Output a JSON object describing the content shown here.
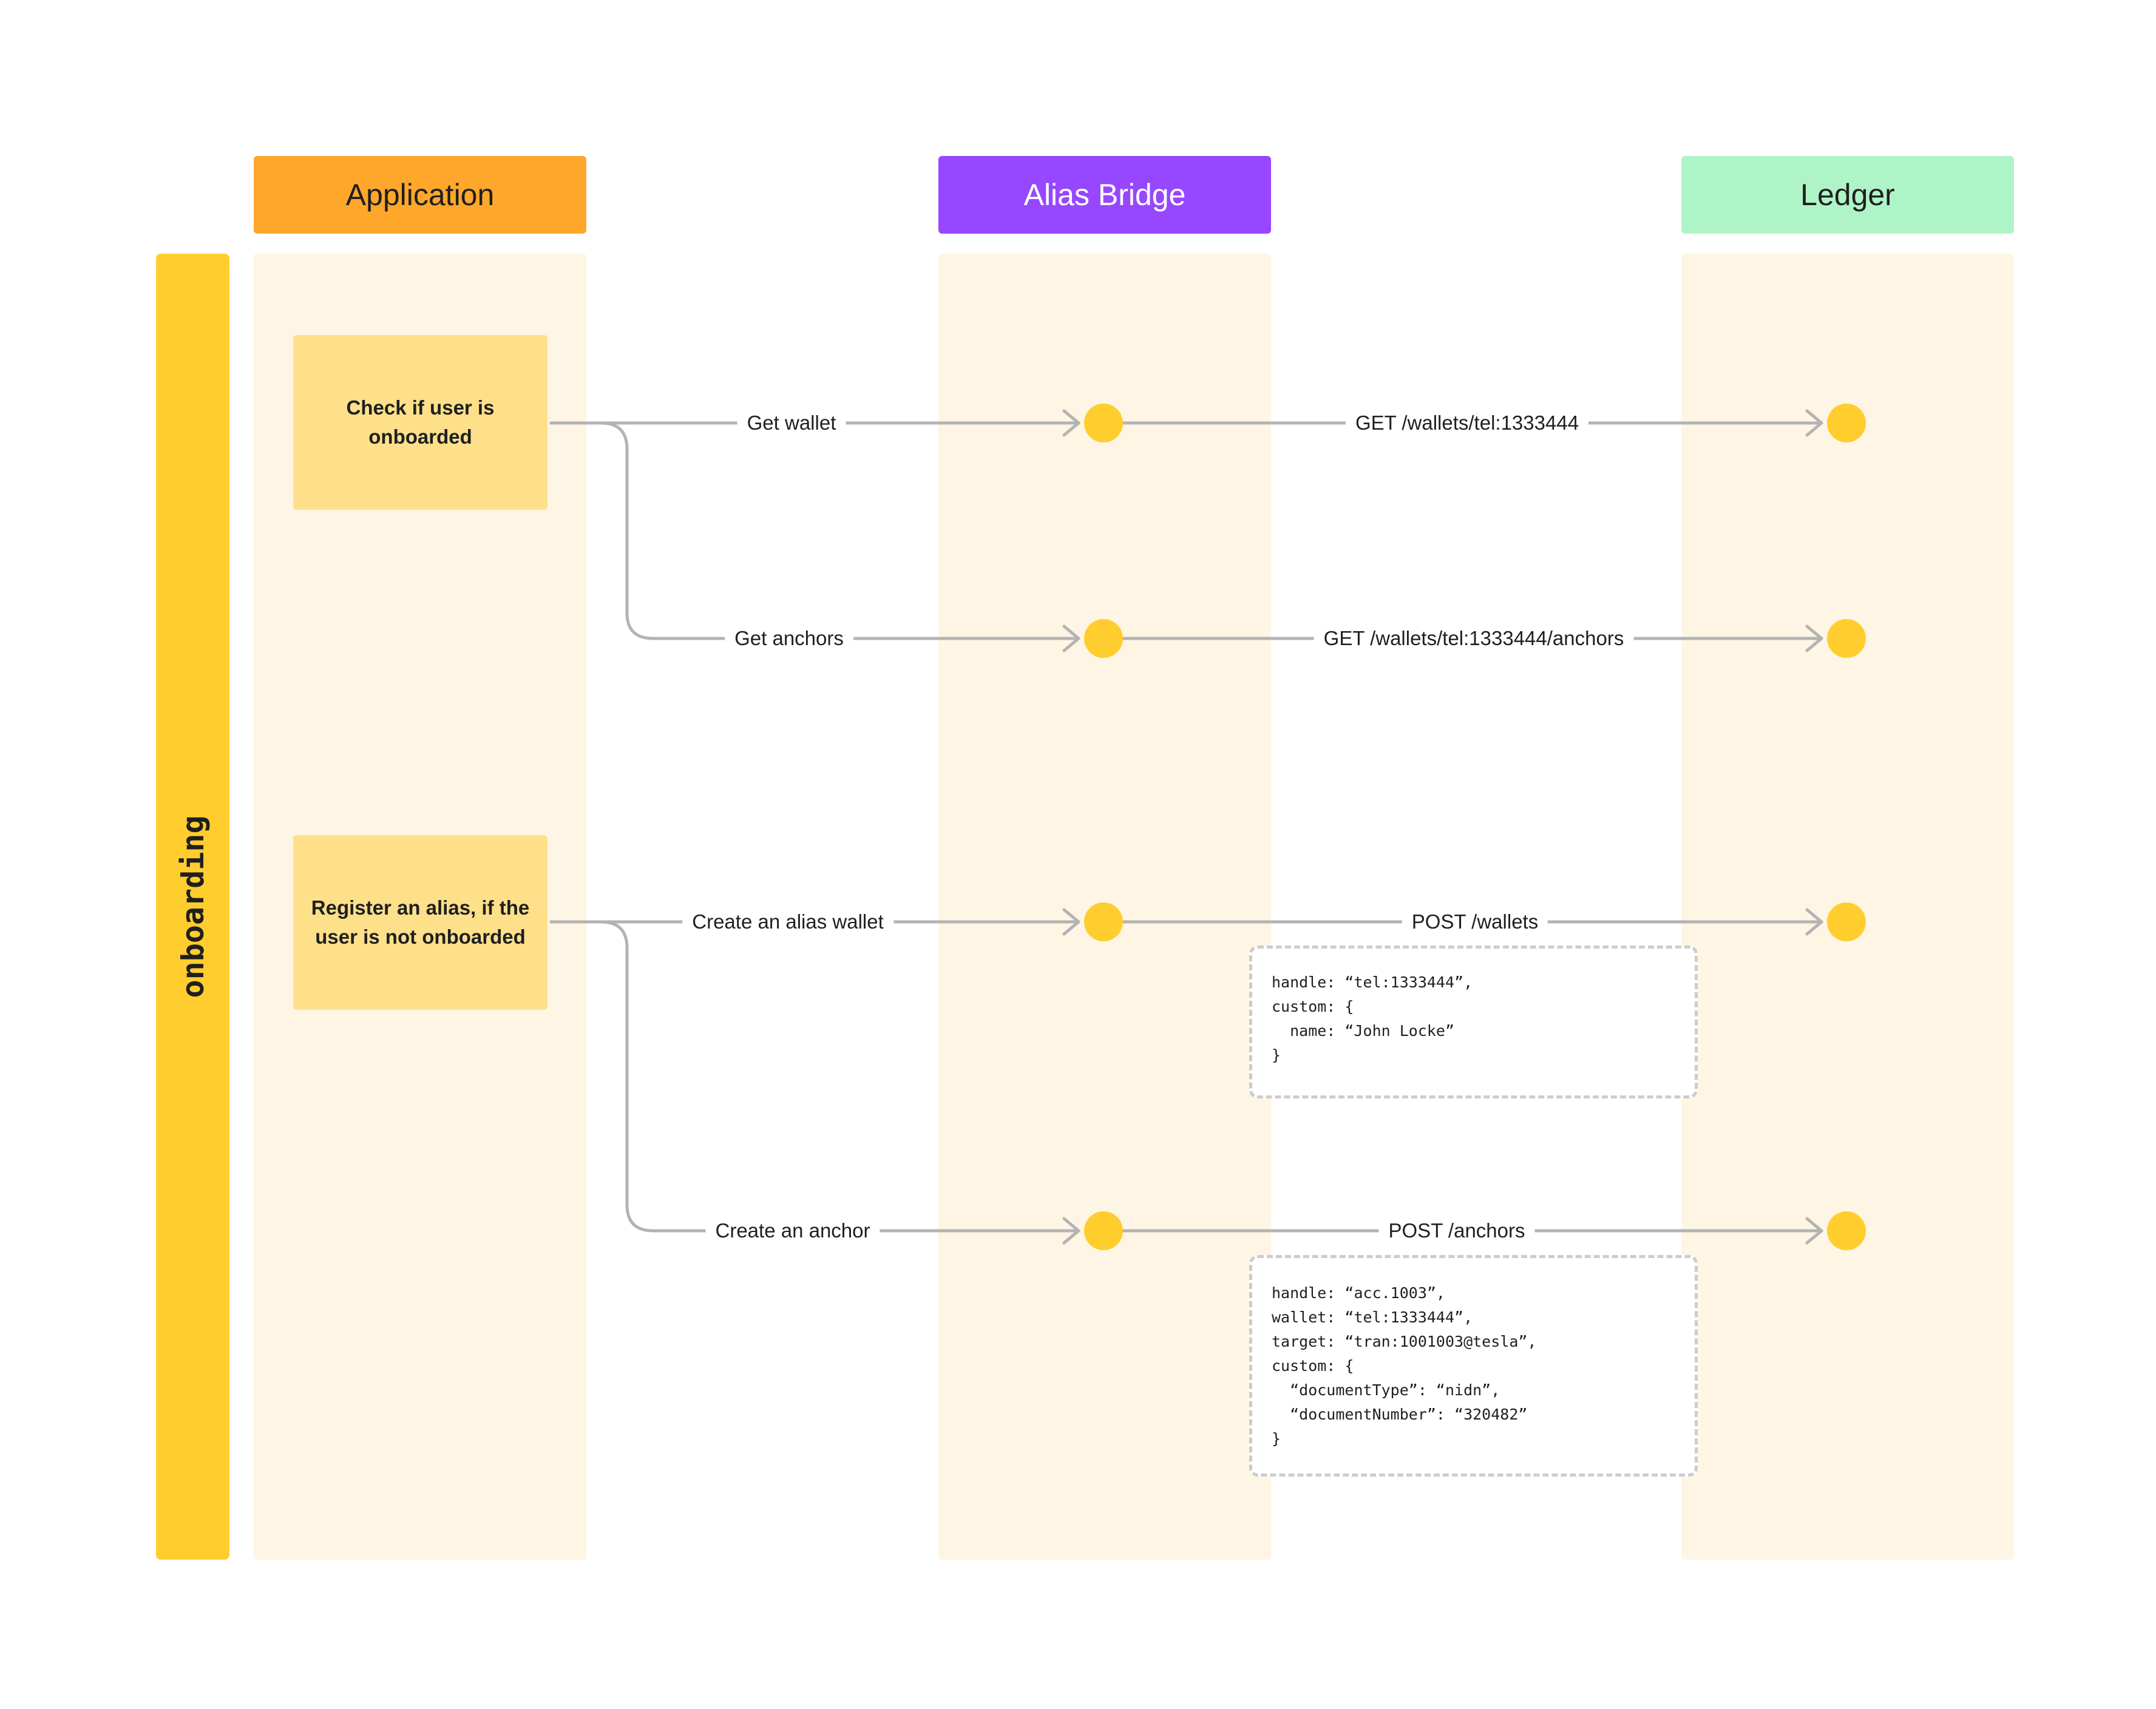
{
  "lanes": {
    "application": {
      "title": "Application",
      "color": "#ffa72b"
    },
    "alias_bridge": {
      "title": "Alias Bridge",
      "color": "#9747ff",
      "text_color": "#ffffff"
    },
    "ledger": {
      "title": "Ledger",
      "color": "#aff4c6"
    }
  },
  "phase": {
    "label": "onboarding",
    "color": "#ffcd2e"
  },
  "steps": {
    "check": "Check if user is onboarded",
    "register": "Register an alias, if the user is not onboarded"
  },
  "edges": {
    "get_wallet": "Get wallet",
    "get_wallet_api": "GET /wallets/tel:1333444",
    "get_anchors": "Get anchors",
    "get_anchors_api": "GET /wallets/tel:1333444/anchors",
    "create_alias_wallet": "Create an alias wallet",
    "post_wallets_api": "POST /wallets",
    "create_anchor": "Create an anchor",
    "post_anchors_api": "POST /anchors"
  },
  "payloads": {
    "wallet_body": [
      "handle: “tel:1333444”,",
      "custom: {",
      "  name: “John Locke”",
      "}"
    ],
    "anchor_body": [
      "handle: “acc.1003”,",
      "wallet: “tel:1333444”,",
      "target: “tran:1001003@tesla”,",
      "custom: {",
      "  “documentType”: “nidn”,",
      "  “documentNumber”: “320482”",
      "}"
    ]
  },
  "colors": {
    "lane_bg": "#fef5e4",
    "node": "#ffcd2e",
    "connector": "#b3b3b3",
    "step_box": "#ffe08a"
  }
}
